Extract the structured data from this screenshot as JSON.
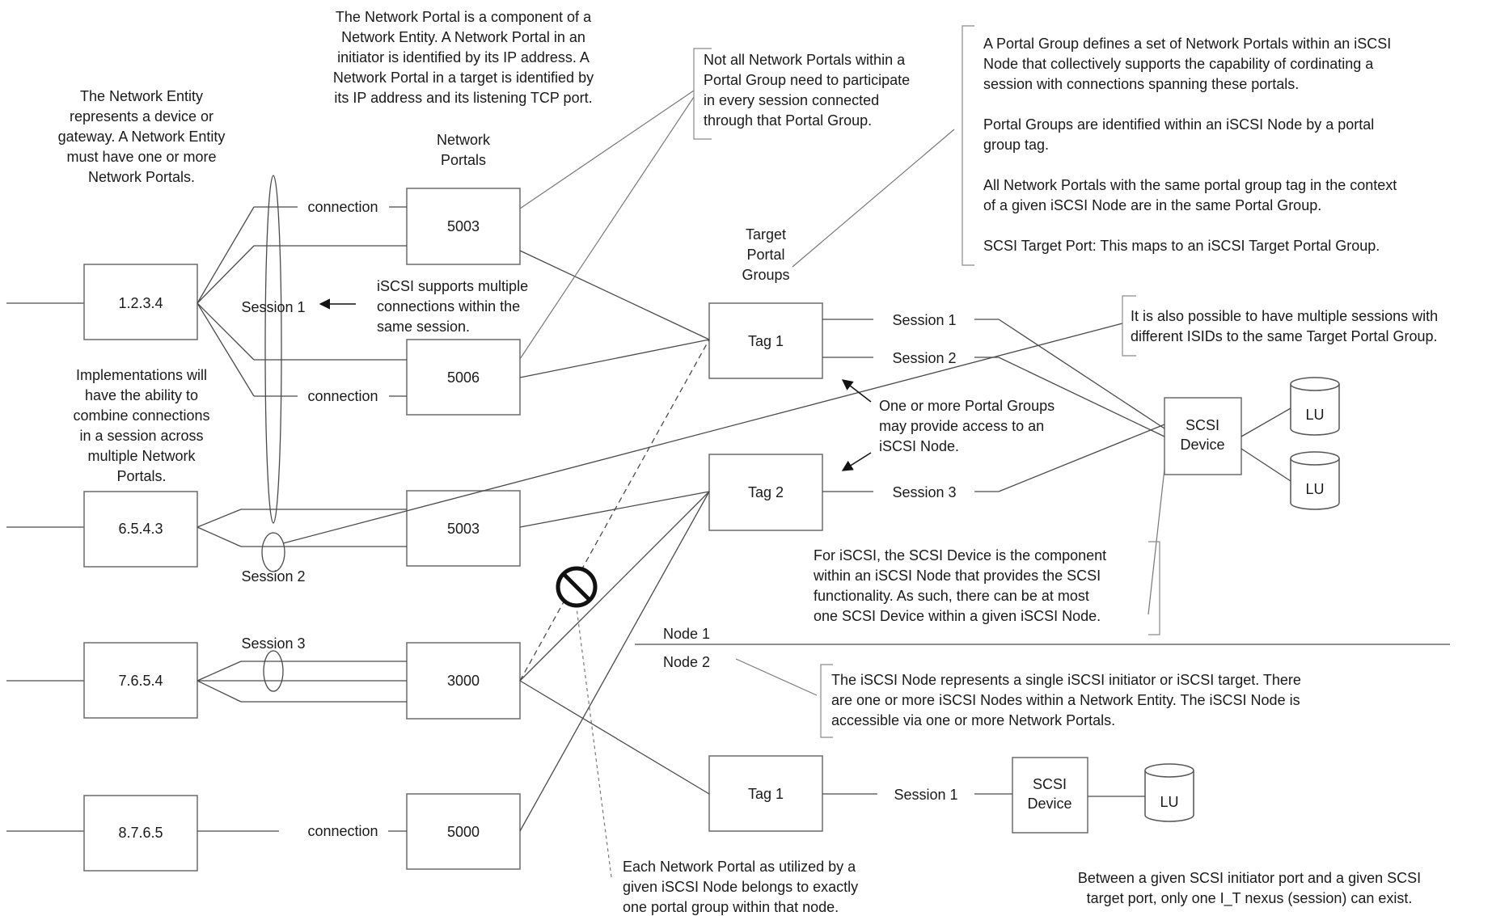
{
  "entities": [
    {
      "id": "ne1",
      "label": "1.2.3.4"
    },
    {
      "id": "ne2",
      "label": "6.5.4.3"
    },
    {
      "id": "ne3",
      "label": "7.6.5.4"
    },
    {
      "id": "ne4",
      "label": "8.7.6.5"
    }
  ],
  "portals": [
    {
      "id": "p1",
      "label": "5003"
    },
    {
      "id": "p2",
      "label": "5006"
    },
    {
      "id": "p3",
      "label": "5003"
    },
    {
      "id": "p4",
      "label": "3000"
    },
    {
      "id": "p5",
      "label": "5000"
    }
  ],
  "tags": [
    {
      "id": "t1",
      "label": "Tag 1"
    },
    {
      "id": "t2",
      "label": "Tag 2"
    },
    {
      "id": "t3",
      "label": "Tag 1"
    }
  ],
  "scsi_devices": [
    {
      "id": "d1",
      "lines": [
        "SCSI",
        "Device"
      ]
    },
    {
      "id": "d2",
      "lines": [
        "SCSI",
        "Device"
      ]
    }
  ],
  "lus": [
    {
      "id": "lu1",
      "label": "LU"
    },
    {
      "id": "lu2",
      "label": "LU"
    },
    {
      "id": "lu3",
      "label": "LU"
    }
  ],
  "labels": {
    "network_portals": [
      "Network",
      "Portals"
    ],
    "target_portal_groups": [
      "Target",
      "Portal",
      "Groups"
    ],
    "conn_1a": "connection",
    "conn_1b": "connection",
    "conn_4": "connection",
    "session_1_left": "Session 1",
    "session_2_left": "Session 2",
    "session_3_left": "Session 3",
    "t_session_1": "Session 1",
    "t_session_2": "Session 2",
    "t_session_3": "Session 3",
    "n2_session_1": "Session 1",
    "node_1": "Node 1",
    "node_2": "Node 2"
  },
  "notes": {
    "network_entity": [
      "The Network Entity",
      "represents a device or",
      "gateway. A Network Entity",
      "must have one or more",
      "Network Portals."
    ],
    "network_portal": [
      "The Network Portal is a component of a",
      "Network Entity.  A Network Portal in an",
      "initiator is identified by its IP address. A",
      "Network Portal in a target is identified by",
      "its IP address and its listening TCP port."
    ],
    "not_all": [
      "Not all Network Portals within a",
      "Portal Group need to participate",
      "in every session connected",
      "through that Portal Group."
    ],
    "portal_group": [
      "A Portal Group defines a set of Network Portals within an iSCSI",
      "Node that collectively supports the capability of cordinating a",
      "session with connections spanning these portals."
    ],
    "portal_group_tag": [
      "Portal Groups are identified within an iSCSI Node by a portal",
      "group tag."
    ],
    "same_tag": [
      "All Network Portals with the same portal group tag in the context",
      "of a given iSCSI Node are in the same Portal Group."
    ],
    "scsi_target_port": "SCSI Target Port: This maps to an iSCSI Target Portal Group.",
    "multi_conn": [
      "iSCSI supports multiple",
      "connections within the",
      "same session."
    ],
    "implementations": [
      "Implementations will",
      "have the ability to",
      "combine connections",
      "in a session across",
      "multiple Network",
      "Portals."
    ],
    "multi_sessions": [
      "It is also possible to have multiple sessions with",
      "different ISIDs to the same Target Portal Group."
    ],
    "one_or_more": [
      "One or more Portal Groups",
      "may provide access to an",
      "iSCSI Node."
    ],
    "scsi_device": [
      "For iSCSI, the SCSI Device is the component",
      "within an iSCSI Node that provides the SCSI",
      "functionality. As such, there can be at most",
      "one SCSI Device within a given iSCSI Node."
    ],
    "iscsi_node": [
      "The iSCSI Node represents a single iSCSI initiator or iSCSI target. There",
      "are one or more iSCSI Nodes within a Network Entity. The iSCSI Node is",
      "accessible via one or more Network Portals."
    ],
    "each_portal": [
      "Each Network Portal as utilized by a",
      "given iSCSI Node belongs to exactly",
      "one portal group within that node."
    ],
    "nexus": [
      "Between a given SCSI initiator port and a given SCSI",
      "target port, only one I_T nexus (session) can exist."
    ]
  }
}
